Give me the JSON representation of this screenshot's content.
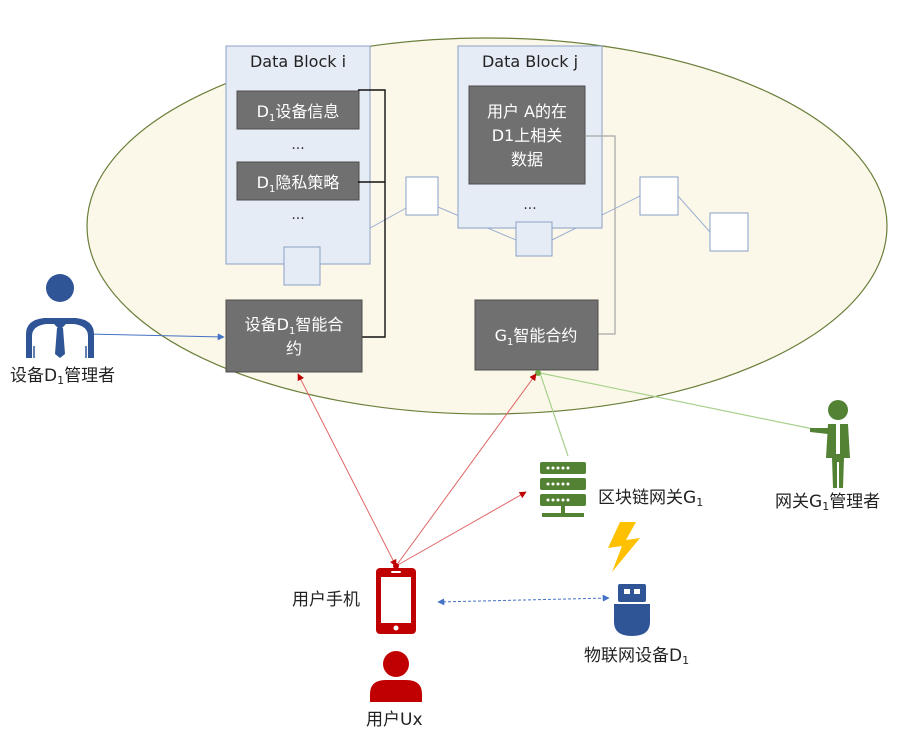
{
  "blocks": {
    "block_i": {
      "title": "Data Block i",
      "item1": {
        "prefix": "D",
        "sub": "1",
        "text": "设备信息"
      },
      "ellipsis1": "...",
      "item2": {
        "prefix": "D",
        "sub": "1",
        "text": "隐私策略"
      },
      "ellipsis2": "..."
    },
    "block_j": {
      "title": "Data Block j",
      "item1": {
        "line1": "用户 A的在",
        "line2": "D1上相关",
        "line3": "数据"
      },
      "ellipsis": "..."
    }
  },
  "contracts": {
    "device": {
      "prefix": "设备D",
      "sub": "1",
      "suffix": "智能合",
      "line2": "约"
    },
    "gateway": {
      "prefix": "G",
      "sub": "1",
      "suffix": "智能合约"
    }
  },
  "actors": {
    "device_admin": {
      "prefix": "设备D",
      "sub": "1",
      "suffix": "管理者"
    },
    "gateway_admin": {
      "prefix": "网关G",
      "sub": "1",
      "suffix": "管理者"
    },
    "gateway": {
      "prefix": "区块链网关G",
      "sub": "1",
      "suffix": ""
    },
    "phone": {
      "label": "用户手机"
    },
    "iot_device": {
      "prefix": "物联网设备D",
      "sub": "1",
      "suffix": ""
    },
    "user": {
      "label": "用户Ux"
    }
  },
  "colors": {
    "ellipse_fill": "#fbf8e9",
    "ellipse_stroke": "#6b7f3a",
    "block_fill": "#e6ecf5",
    "block_stroke": "#8aa0c8",
    "box_fill": "#707070",
    "box_stroke": "#4d4d4d",
    "admin_blue": "#2f5597",
    "admin_green": "#548235",
    "user_red": "#c00000",
    "lightning": "#ffc000"
  },
  "icons": [
    "person-icon",
    "server-icon",
    "phone-icon",
    "usb-device-icon",
    "lightning-icon"
  ]
}
